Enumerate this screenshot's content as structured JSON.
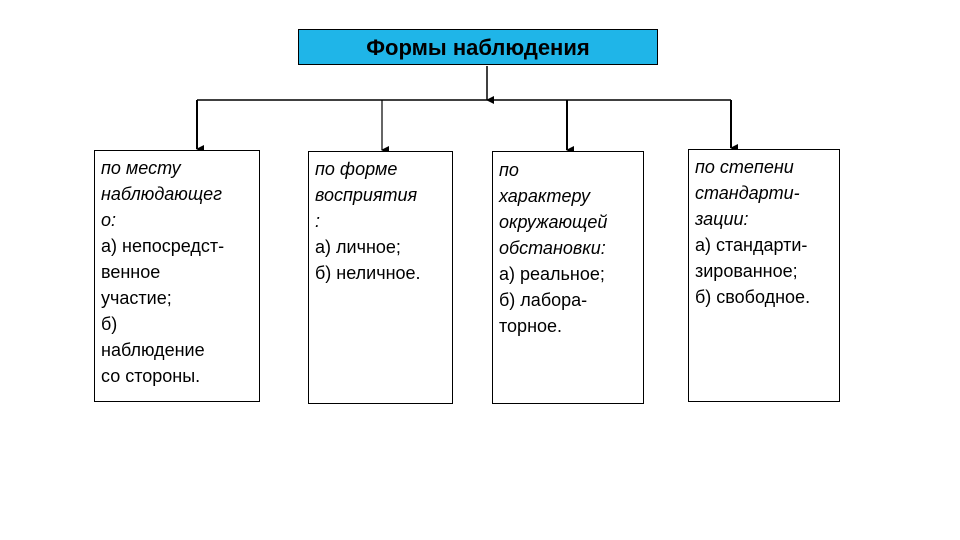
{
  "diagram": {
    "title": "Формы наблюдения",
    "colors": {
      "title_fill": "#1fb5e8",
      "border": "#000000",
      "text": "#000000"
    },
    "categories": [
      {
        "heading_lines": [
          "по месту",
          "наблюдающег",
          "о:"
        ],
        "item_lines": [
          "а) непосредст-",
          "венное",
          "участие;",
          "б)",
          "наблюдение",
          "со стороны."
        ]
      },
      {
        "heading_lines": [
          "по форме",
          "восприятия",
          ":"
        ],
        "item_lines": [
          "а) личное;",
          "б) неличное."
        ]
      },
      {
        "heading_lines": [
          "по",
          "характеру",
          "окружающей",
          "обстановки:"
        ],
        "item_lines": [
          "а) реальное;",
          "б) лабора-",
          "торное."
        ]
      },
      {
        "heading_lines": [
          "по степени",
          "стандарти-",
          "зации:"
        ],
        "item_lines": [
          "а) стандарти-",
          "зированное;",
          "б) свободное."
        ]
      }
    ]
  }
}
